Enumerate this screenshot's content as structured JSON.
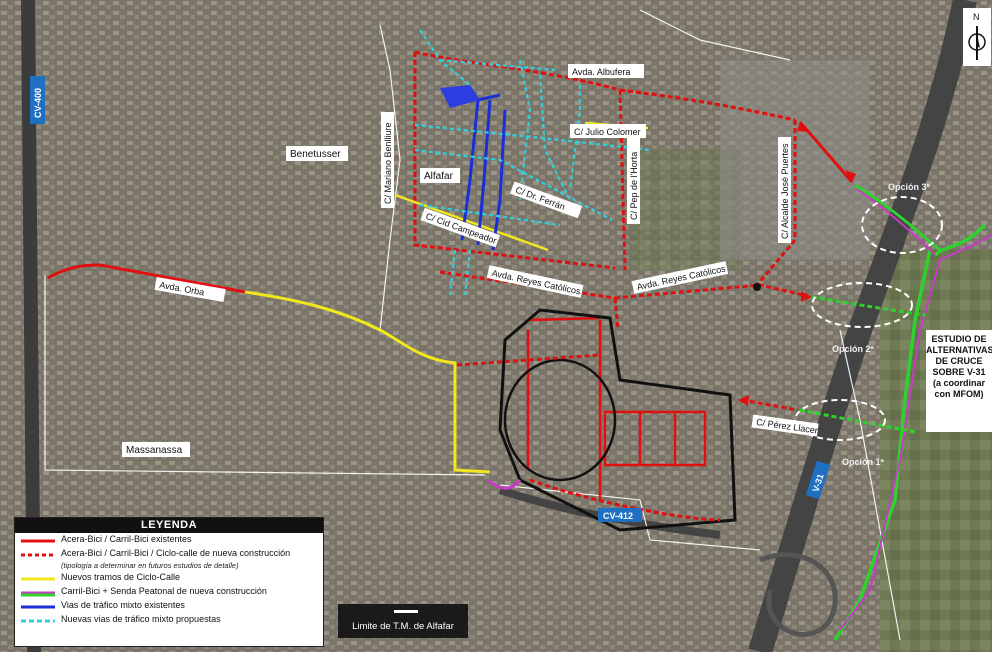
{
  "map": {
    "towns": {
      "benetusser": "Benetusser",
      "alfafar": "Alfafar",
      "massanassa": "Massanassa"
    },
    "roads": {
      "cv400": "CV-400",
      "cv412": "CV-412",
      "v31": "V-31"
    },
    "streets": {
      "albufera": "Avda. Albufera",
      "julio_colomer": "C/ Julio Colomer",
      "dr_ferran": "C/ Dr. Ferrán",
      "cid_campeador": "C/ Cid Campeador",
      "mariano_benlliure": "C/ Mariano Benlliure",
      "pep_horta": "C/ Pep de l'Horta",
      "alcalde": "C/ Alcalde José Puertes",
      "reyes_catolicos_1": "Avda. Reyes Católicos",
      "reyes_catolicos_2": "Avda. Reyes Católicos",
      "orba": "Avda. Orba",
      "perez_llacer": "C/ Pérez Llacer"
    },
    "options": {
      "opt1": "Opción 1ª",
      "opt2": "Opción 2ª",
      "opt3": "Opción 3ª"
    },
    "study_box": [
      "ESTUDIO DE",
      "ALTERNATIVAS",
      "DE CRUCE",
      "SOBRE V-31",
      "(a coordinar",
      "con MFOM)"
    ],
    "compass_label": "N",
    "scale_label": "Limite de T.M. de Alfafar"
  },
  "legend": {
    "title": "LEYENDA",
    "items": [
      {
        "label": "Acera-Bici / Carril-Bici existentes",
        "color": "#e01010",
        "style": "solid"
      },
      {
        "label": "Acera-Bici / Carril-Bici / Ciclo-calle de nueva construcción",
        "color": "#e01010",
        "style": "dashed",
        "note": "(tipología a determinar en futuros estudios de detalle)"
      },
      {
        "label": "Nuevos tramos de Ciclo-Calle",
        "color": "#f2e71c",
        "style": "solid"
      },
      {
        "label": "Carril-Bici + Senda Peatonal de nueva construcción",
        "color": "#2fd12f",
        "style": "solid",
        "color2": "#c83cc8"
      },
      {
        "label": "Vias de tráfico mixto existentes",
        "color": "#1b2fd8",
        "style": "solid"
      },
      {
        "label": "Nuevas vias de tráfico mixto propuestas",
        "color": "#2ed0e0",
        "style": "dashed"
      }
    ]
  },
  "colors": {
    "red": "#e01010",
    "yellow": "#f2e71c",
    "green": "#2fd12f",
    "magenta": "#c83cc8",
    "blue": "#1b2fd8",
    "cyan": "#2ed0e0",
    "road_badge": "#1f6fc2"
  }
}
